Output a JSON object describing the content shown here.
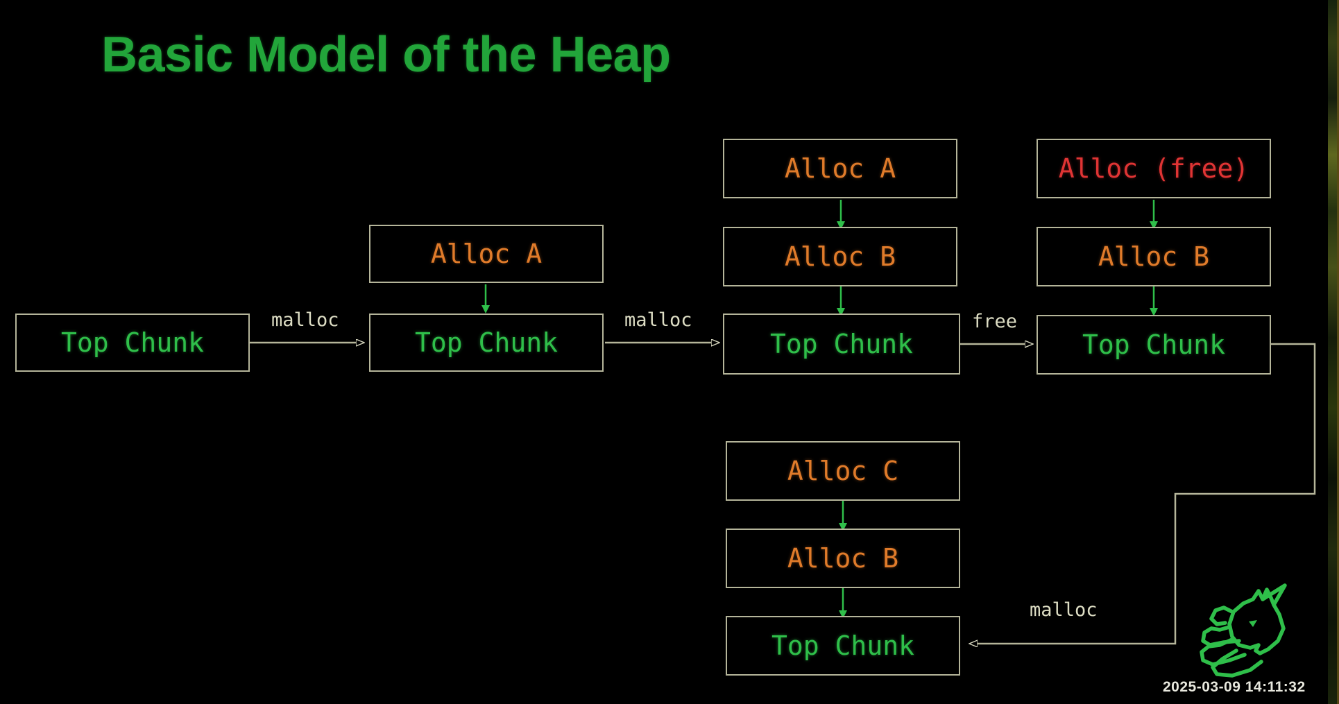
{
  "slide": {
    "title": "Basic Model of the Heap",
    "title_color": "#22a53a",
    "background_color": "#000000",
    "timestamp": "2025-03-09 14:11:32",
    "logo_name": "unicorn-head-logo",
    "logo_color": "#2fbf4a"
  },
  "palette": {
    "top_chunk_text": "#2fbf4a",
    "alloc_text": "#e07b2a",
    "freed_text": "#e03434",
    "box_border": "#b5b59a",
    "edge_line": "#b5b59a",
    "inner_arrow": "#2fbf4a",
    "label_text": "#ddddc4"
  },
  "diagram": {
    "type": "flow",
    "columns": [
      {
        "id": "state-1",
        "name": "initial-heap",
        "boxes": [
          {
            "label": "Top Chunk",
            "kind": "top-chunk"
          }
        ]
      },
      {
        "id": "state-2",
        "name": "after-first-malloc",
        "boxes": [
          {
            "label": "Alloc A",
            "kind": "alloc"
          },
          {
            "label": "Top Chunk",
            "kind": "top-chunk"
          }
        ]
      },
      {
        "id": "state-3",
        "name": "after-second-malloc",
        "boxes": [
          {
            "label": "Alloc A",
            "kind": "alloc"
          },
          {
            "label": "Alloc B",
            "kind": "alloc"
          },
          {
            "label": "Top Chunk",
            "kind": "top-chunk"
          }
        ]
      },
      {
        "id": "state-4",
        "name": "after-free",
        "boxes": [
          {
            "label": "Alloc (free)",
            "kind": "freed"
          },
          {
            "label": "Alloc B",
            "kind": "alloc"
          },
          {
            "label": "Top Chunk",
            "kind": "top-chunk"
          }
        ]
      },
      {
        "id": "state-5",
        "name": "after-reuse-malloc",
        "boxes": [
          {
            "label": "Alloc C",
            "kind": "alloc"
          },
          {
            "label": "Alloc B",
            "kind": "alloc"
          },
          {
            "label": "Top Chunk",
            "kind": "top-chunk"
          }
        ]
      }
    ],
    "transitions": [
      {
        "id": "t1",
        "label": "malloc",
        "from": "state-1",
        "to": "state-2"
      },
      {
        "id": "t2",
        "label": "malloc",
        "from": "state-2",
        "to": "state-3"
      },
      {
        "id": "t3",
        "label": "free",
        "from": "state-3",
        "to": "state-4"
      },
      {
        "id": "t4",
        "label": "malloc",
        "from": "state-4",
        "to": "state-5"
      }
    ]
  },
  "boxes": {
    "c1_top": "Top Chunk",
    "c2_alloc_a": "Alloc A",
    "c2_top": "Top Chunk",
    "c3_alloc_a": "Alloc A",
    "c3_alloc_b": "Alloc B",
    "c3_top": "Top Chunk",
    "c4_alloc_free": "Alloc (free)",
    "c4_alloc_b": "Alloc B",
    "c4_top": "Top Chunk",
    "c5_alloc_c": "Alloc C",
    "c5_alloc_b": "Alloc B",
    "c5_top": "Top Chunk"
  },
  "labels": {
    "malloc_1": "malloc",
    "malloc_2": "malloc",
    "free_1": "free",
    "malloc_3": "malloc"
  }
}
